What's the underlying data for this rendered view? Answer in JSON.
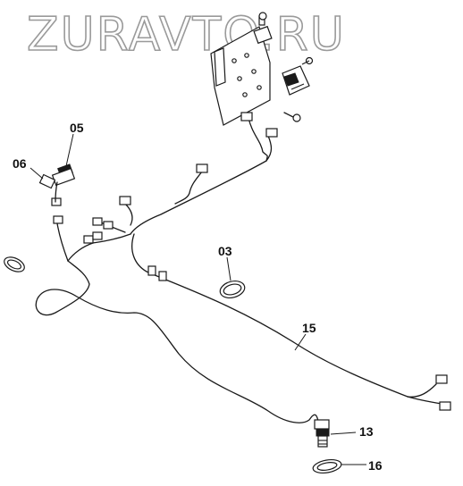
{
  "watermark": "ZURAVTO.RU",
  "callouts": {
    "c05": "05",
    "c06": "06",
    "c03": "03",
    "c15": "15",
    "c13": "13",
    "c16": "16"
  }
}
